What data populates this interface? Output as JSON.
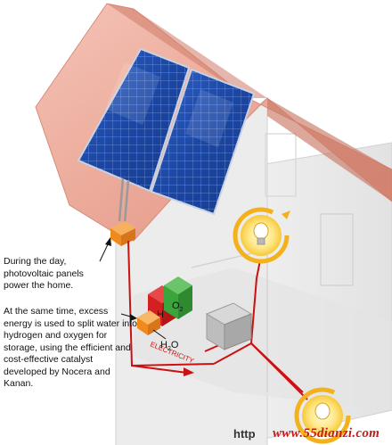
{
  "captions": {
    "day": "During the day, photovoltaic panels power the home.",
    "night": "At the same time, excess energy is used to split water into hydrogen and oxygen for storage, using the efficient and cost-effective catalyst developed by Nocera and Kanan."
  },
  "diagram_labels": {
    "electricity": "ELECTRICITY",
    "hydrogen": "H",
    "oxygen": "O",
    "oxygen_subscript": "2",
    "water": "H",
    "water_subscript": "2",
    "water_suffix": "O"
  },
  "watermark": {
    "prefix": "http",
    "site": "www.55dianzi.com"
  },
  "colors": {
    "roof": "#e9a08f",
    "wall_light": "#eeeeee",
    "wall_mid": "#dedede",
    "panel": "#1f4aa8",
    "wire": "#cc1111",
    "inverter": "#f08a1a",
    "hydrogen_tank": "#d42020",
    "oxygen_tank": "#3aa53a",
    "bulb_ring": "#f3b21b",
    "watermark": "#c81818"
  }
}
